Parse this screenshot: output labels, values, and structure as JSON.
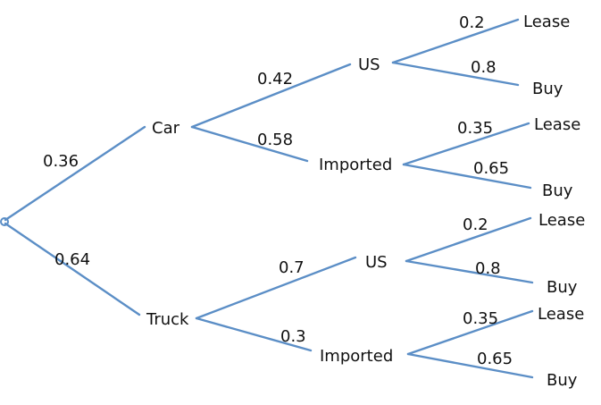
{
  "tree": {
    "level1": [
      {
        "node": "Car",
        "probability": "0.36"
      },
      {
        "node": "Truck",
        "probability": "0.64"
      }
    ],
    "car": [
      {
        "node": "US",
        "probability": "0.42"
      },
      {
        "node": "Imported",
        "probability": "0.58"
      }
    ],
    "truck": [
      {
        "node": "US",
        "probability": "0.7"
      },
      {
        "node": "Imported",
        "probability": "0.3"
      }
    ],
    "car_us": [
      {
        "node": "Lease",
        "probability": "0.2"
      },
      {
        "node": "Buy",
        "probability": "0.8"
      }
    ],
    "car_imported": [
      {
        "node": "Lease",
        "probability": "0.35"
      },
      {
        "node": "Buy",
        "probability": "0.65"
      }
    ],
    "truck_us": [
      {
        "node": "Lease",
        "probability": "0.2"
      },
      {
        "node": "Buy",
        "probability": "0.8"
      }
    ],
    "truck_imported": [
      {
        "node": "Lease",
        "probability": "0.35"
      },
      {
        "node": "Buy",
        "probability": "0.65"
      }
    ]
  },
  "colors": {
    "branch": "#5b8ec6",
    "text": "#111111"
  }
}
